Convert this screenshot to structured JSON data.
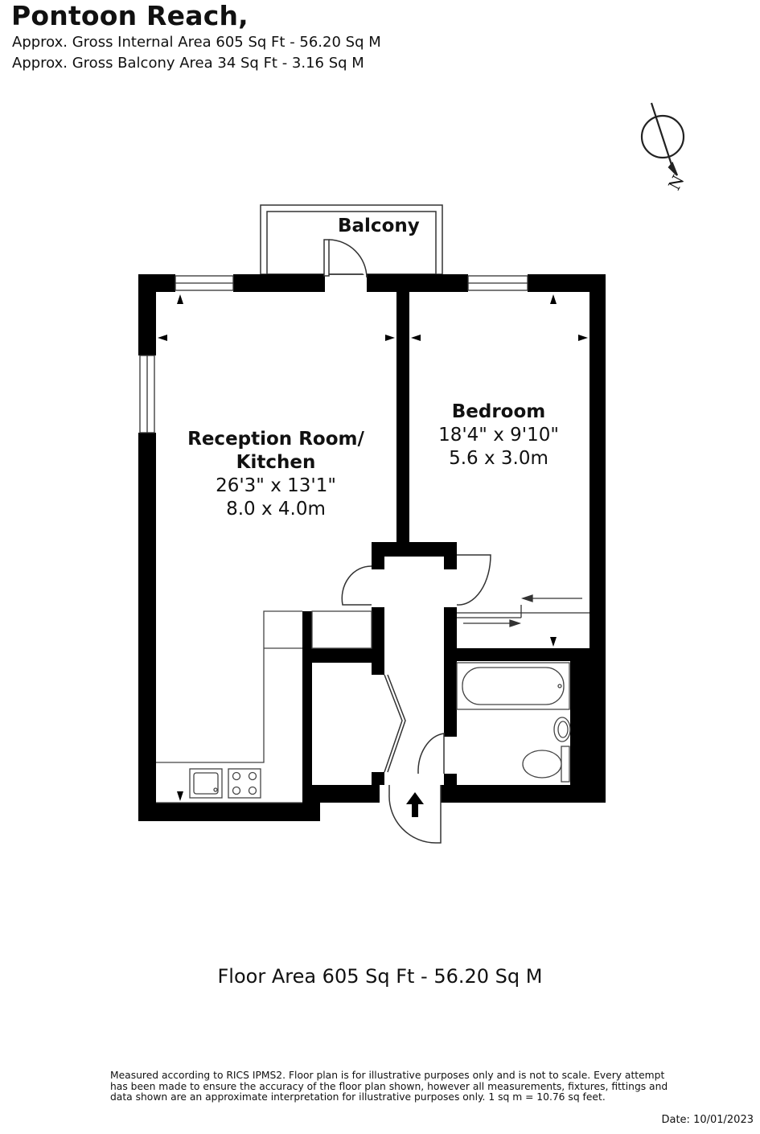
{
  "header": {
    "title": "Pontoon Reach,",
    "gross_internal": "Approx. Gross Internal Area 605 Sq Ft - 56.20 Sq M",
    "gross_balcony": "Approx. Gross Balcony Area 34 Sq Ft - 3.16 Sq M"
  },
  "compass": {
    "label": "N"
  },
  "rooms": {
    "balcony": {
      "name": "Balcony"
    },
    "reception": {
      "name_line1": "Reception Room/",
      "name_line2": "Kitchen",
      "size_imperial": "26'3\" x 13'1\"",
      "size_metric": "8.0 x 4.0m"
    },
    "bedroom": {
      "name": "Bedroom",
      "size_imperial": "18'4\" x 9'10\"",
      "size_metric": "5.6 x 3.0m"
    }
  },
  "footer": {
    "floor_area": "Floor Area 605 Sq Ft - 56.20 Sq M",
    "disclaimer": "Measured according to RICS IPMS2. Floor plan is for illustrative purposes only and is not to scale. Every attempt has been made to ensure the accuracy of the floor plan shown, however all measurements, fixtures, fittings and data shown are an approximate interpretation for illustrative purposes only. 1 sq m = 10.76 sq feet.",
    "date": "Date: 10/01/2023"
  },
  "colors": {
    "wall": "#000000",
    "line": "#333333",
    "background": "#ffffff"
  }
}
